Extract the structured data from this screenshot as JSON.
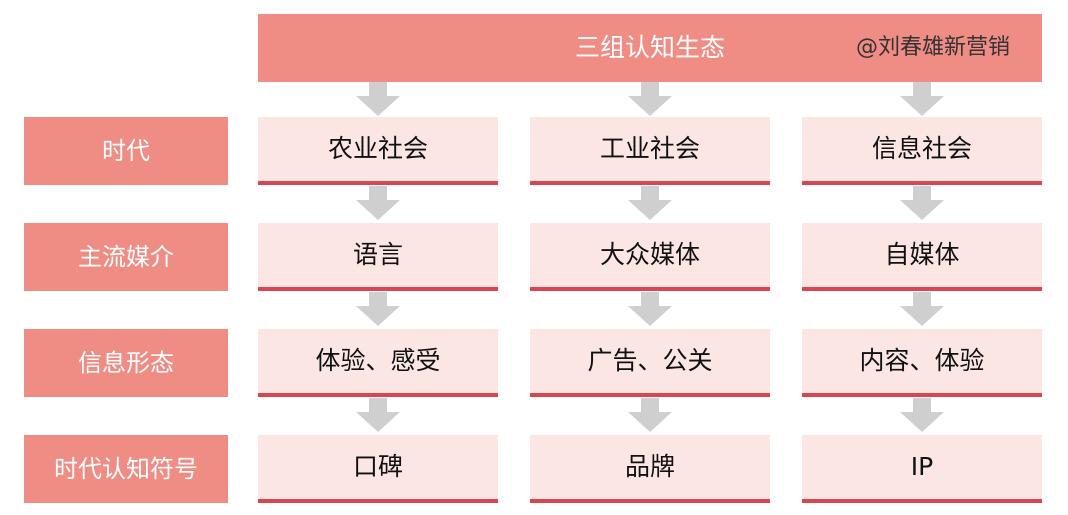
{
  "header": {
    "title": "三组认知生态",
    "credit": "@刘春雄新营销"
  },
  "rows": [
    {
      "label": "时代",
      "cells": [
        "农业社会",
        "工业社会",
        "信息社会"
      ]
    },
    {
      "label": "主流媒介",
      "cells": [
        "语言",
        "大众媒体",
        "自媒体"
      ]
    },
    {
      "label": "信息形态",
      "cells": [
        "体验、感受",
        "广告、公关",
        "内容、体验"
      ]
    },
    {
      "label": "时代认知符号",
      "cells": [
        "口碑",
        "品牌",
        "IP"
      ]
    }
  ],
  "colors": {
    "header_bg": "#ef8c84",
    "label_bg": "#ef8c84",
    "cell_bg": "#fbe6e4",
    "cell_underline": "#d94552",
    "arrow": "#cfcfcf"
  },
  "icons": {
    "flow_arrow": "down-arrow-icon"
  }
}
